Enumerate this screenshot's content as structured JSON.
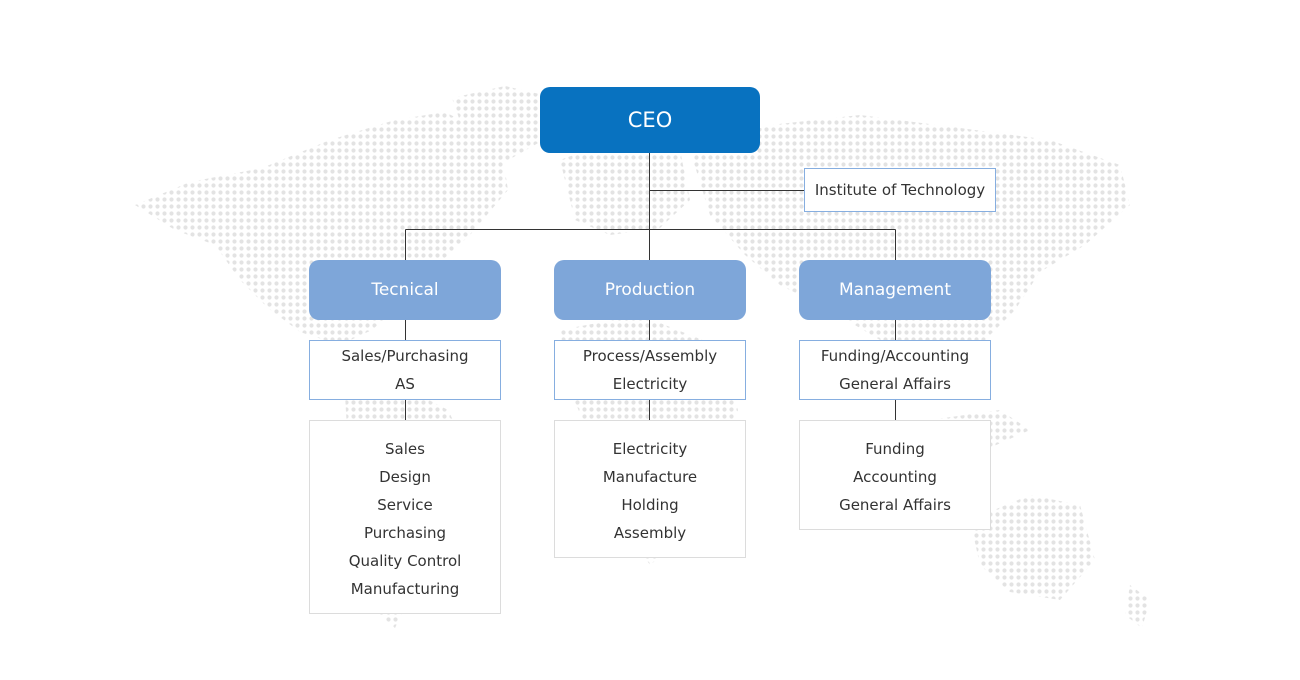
{
  "ceo": {
    "label": "CEO"
  },
  "institute": {
    "label": "Institute of Technology"
  },
  "departments": [
    {
      "name": "Tecnical",
      "units": [
        "Sales/Purchasing",
        "AS"
      ],
      "functions": [
        "Sales",
        "Design",
        "Service",
        "Purchasing",
        "Quality Control",
        "Manufacturing"
      ]
    },
    {
      "name": "Production",
      "units": [
        "Process/Assembly",
        "Electricity"
      ],
      "functions": [
        "Electricity",
        "Manufacture",
        "Holding",
        "Assembly"
      ]
    },
    {
      "name": "Management",
      "units": [
        "Funding/Accounting",
        "General Affairs"
      ],
      "functions": [
        "Funding",
        "Accounting",
        "General Affairs"
      ]
    }
  ],
  "colors": {
    "ceo_fill": "#0872c0",
    "department_fill": "#7ea6d9",
    "unit_border": "#86aee0",
    "list_border": "#dcdcdc",
    "connector": "#333333",
    "map_dots": "#e3e3e3"
  }
}
